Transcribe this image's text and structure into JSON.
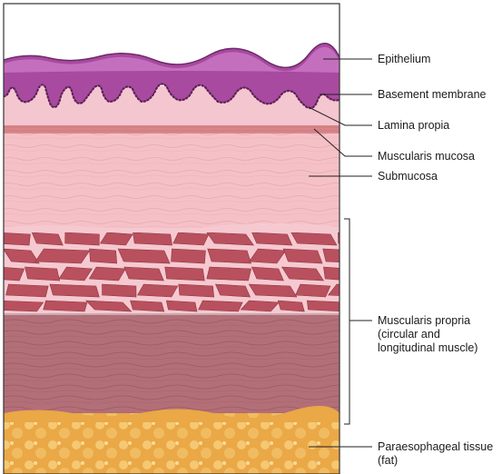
{
  "labels": {
    "epithelium": "Epithelium",
    "basement_membrane": "Basement membrane",
    "lamina_propria": "Lamina propia",
    "muscularis_mucosa": "Muscularis mucosa",
    "submucosa": "Submucosa",
    "muscularis_propria_line1": "Muscularis propria",
    "muscularis_propria_line2": "(circular and",
    "muscularis_propria_line3": "longitudinal muscle)",
    "paraesophageal_line1": "Paraesophageal tissue",
    "paraesophageal_line2": "(fat)"
  },
  "colors": {
    "epithelium": "#a84aa0",
    "epithelium_light": "#c46fbd",
    "lamina_propria": "#f4c6cf",
    "muscularis_mucosa": "#d9868a",
    "submucosa": "#f5c1c7",
    "circular_muscle": "#b8505d",
    "longitudinal_muscle": "#b36f78",
    "fat": "#eaa846"
  }
}
